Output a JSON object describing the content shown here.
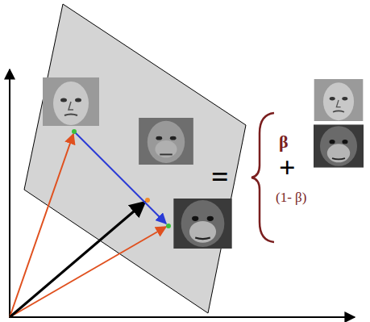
{
  "diagram": {
    "labels": [
      "=",
      "β",
      "+",
      "(1- β)"
    ]
  }
}
